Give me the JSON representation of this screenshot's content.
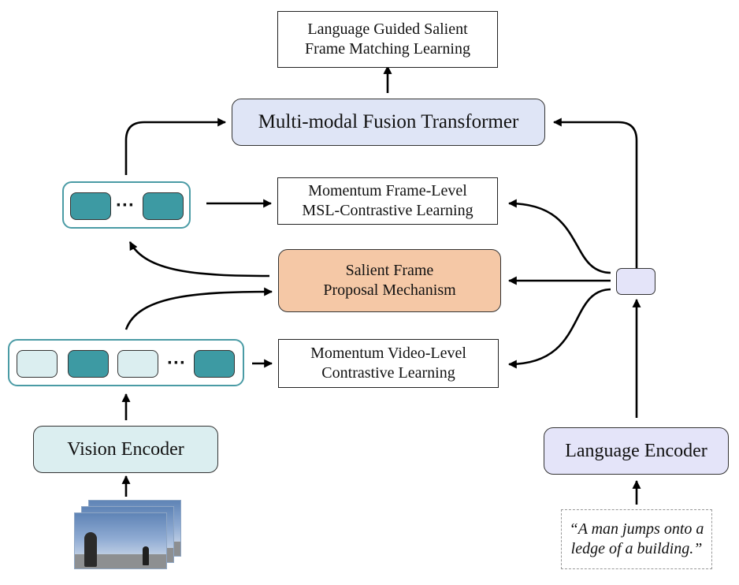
{
  "output_box": {
    "line1": "Language Guided Salient",
    "line2": "Frame Matching Learning"
  },
  "fusion": {
    "label": "Multi-modal Fusion Transformer"
  },
  "frame_contrastive": {
    "line1": "Momentum Frame-Level",
    "line2": "MSL-Contrastive Learning"
  },
  "salient_proposal": {
    "line1": "Salient Frame",
    "line2": "Proposal Mechanism"
  },
  "video_contrastive": {
    "line1": "Momentum Video-Level",
    "line2": "Contrastive Learning"
  },
  "vision_encoder": {
    "label": "Vision Encoder"
  },
  "language_encoder": {
    "label": "Language Encoder"
  },
  "query": {
    "line1": "“A man jumps onto a",
    "line2": "ledge of a building.”"
  },
  "ellipsis": "···",
  "colors": {
    "fusion": "#dfe5f6",
    "salient": "#f5c8a6",
    "vision": "#dbeef0",
    "language": "#e4e4f9",
    "token_dark": "#3d9aa3",
    "token_light": "#dbeef0",
    "sequence_border": "#4a9ba5"
  }
}
